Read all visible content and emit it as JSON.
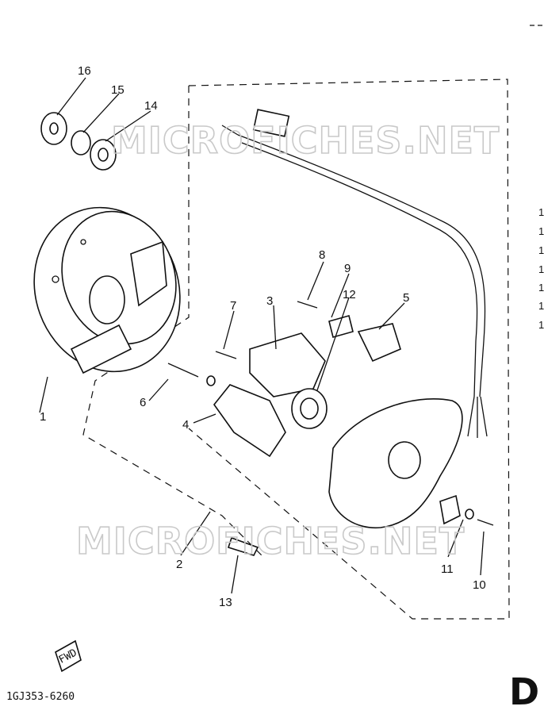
{
  "diagram": {
    "callouts": [
      "1",
      "2",
      "3",
      "4",
      "5",
      "6",
      "7",
      "8",
      "9",
      "10",
      "11",
      "12",
      "13",
      "14",
      "15",
      "16"
    ],
    "side_list": [
      "1",
      "1",
      "1",
      "1",
      "1",
      "1",
      "1"
    ],
    "watermark": "MICROFICHES.NET",
    "footer_stamp": "FWD",
    "part_code": "1GJ353-6260",
    "page_letter": "D"
  }
}
